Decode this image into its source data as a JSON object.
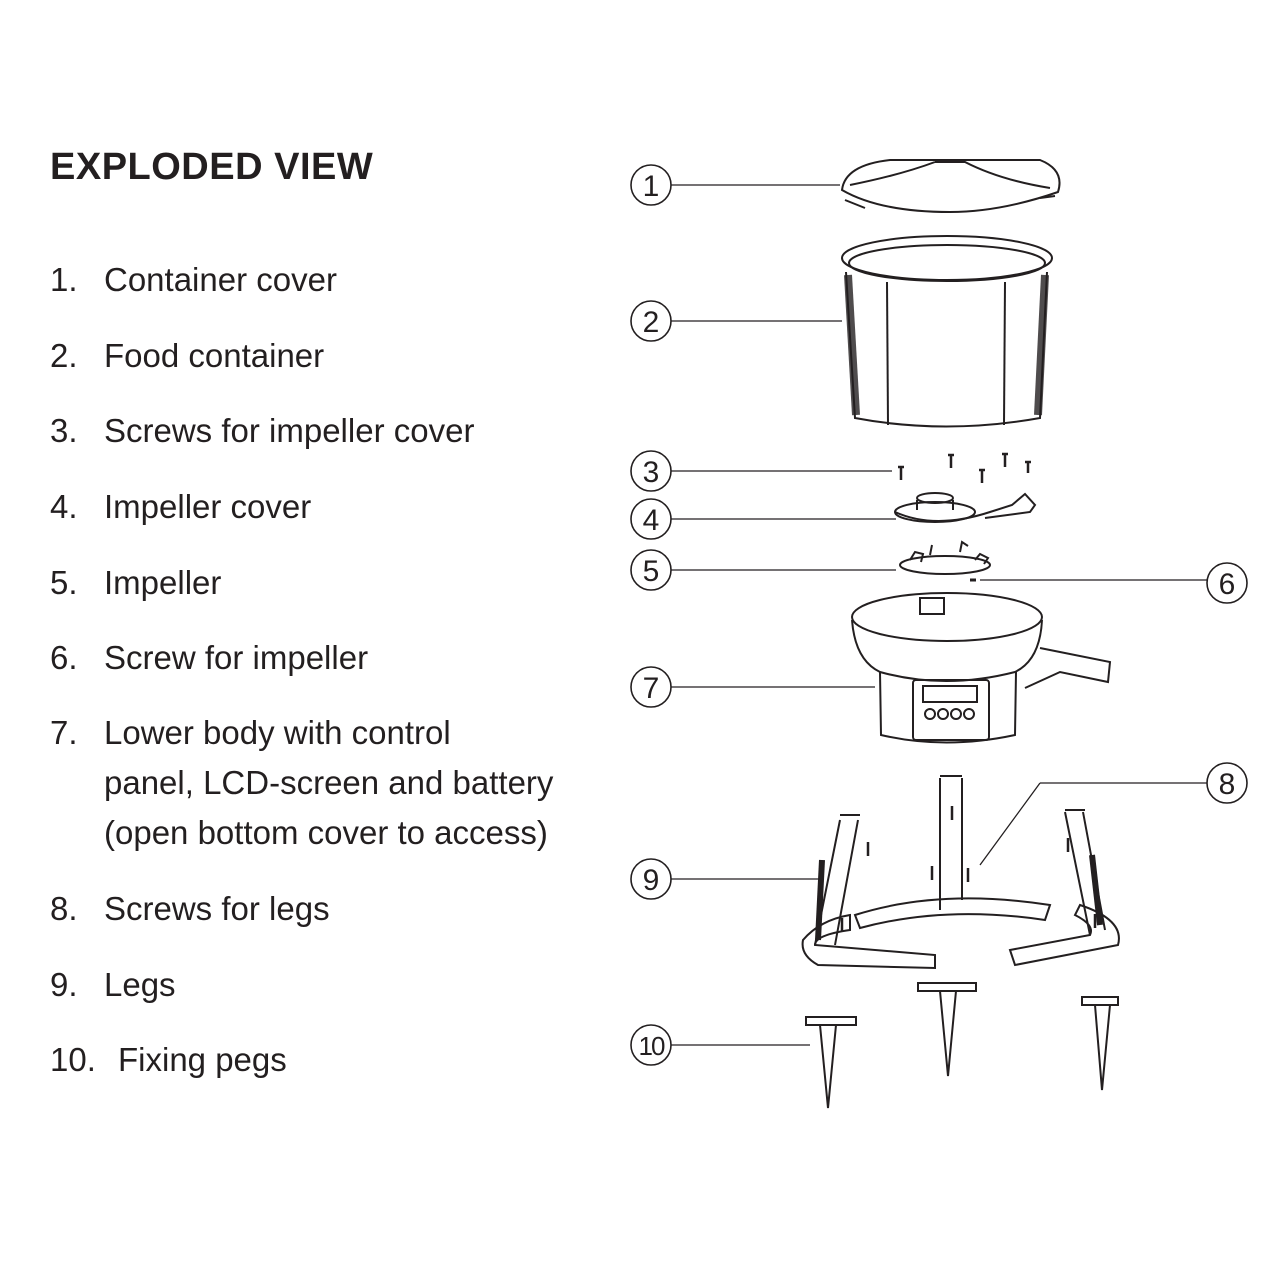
{
  "title": "EXPLODED VIEW",
  "parts": [
    {
      "num": "1.",
      "lines": [
        "Container cover"
      ]
    },
    {
      "num": "2.",
      "lines": [
        "Food container"
      ]
    },
    {
      "num": "3.",
      "lines": [
        "Screws for impeller cover"
      ]
    },
    {
      "num": "4.",
      "lines": [
        "Impeller cover"
      ]
    },
    {
      "num": "5.",
      "lines": [
        "Impeller"
      ]
    },
    {
      "num": "6.",
      "lines": [
        "Screw for impeller"
      ]
    },
    {
      "num": "7.",
      "lines": [
        "Lower body with control",
        "panel, LCD-screen and battery",
        "(open bottom cover to access)"
      ]
    },
    {
      "num": "8.",
      "lines": [
        "Screws for legs"
      ]
    },
    {
      "num": "9.",
      "lines": [
        "Legs"
      ]
    },
    {
      "num": "10.",
      "lines": [
        "Fixing pegs"
      ]
    }
  ],
  "callouts": [
    "1",
    "2",
    "3",
    "4",
    "5",
    "6",
    "7",
    "8",
    "9",
    "10"
  ]
}
